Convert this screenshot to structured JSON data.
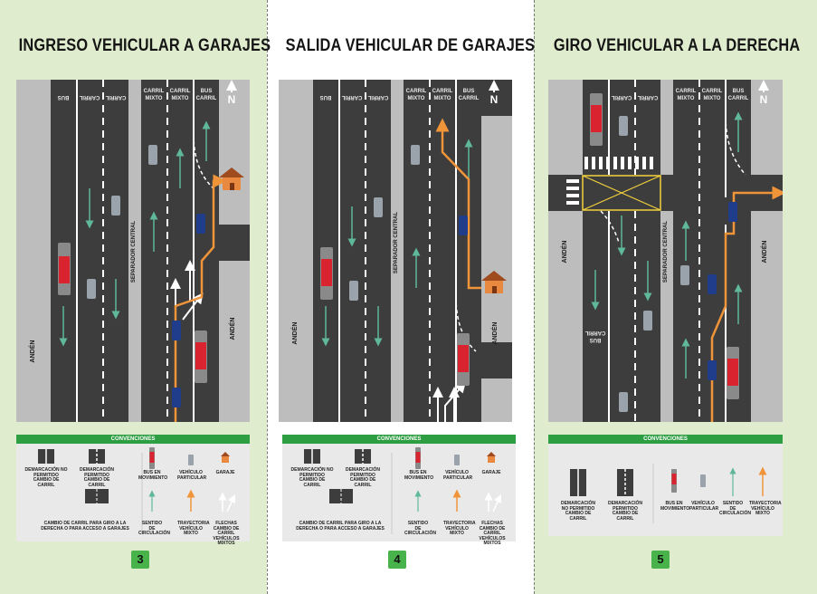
{
  "panels": [
    {
      "title": "INGRESO VEHICULAR A GARAJES",
      "badge": "3"
    },
    {
      "title": "SALIDA VEHICULAR DE GARAJES",
      "badge": "4"
    },
    {
      "title": "GIRO VEHICULAR A LA DERECHA",
      "badge": "5"
    }
  ],
  "labels": {
    "anden": "ANDÉN",
    "separador": "SEPARADOR CENTRAL",
    "carril": "CARRIL",
    "mixto": "MIXTO",
    "bus": "BUS",
    "north": "N"
  },
  "legend": {
    "title": "CONVENCIONES",
    "no_permitido": "DEMARCACIÓN NO PERMITIDO CAMBIO DE CARRIL",
    "permitido": "DEMARCACIÓN PERMITIDO CAMBIO DE CARRIL",
    "bus": "BUS EN MOVIMIENTO",
    "vehiculo": "VEHÍCULO PARTICULAR",
    "garaje": "GARAJE",
    "cambio": "CAMBIO DE CARRIL PARA GIRO A LA DERECHA O PARA ACCESO A GARAJES",
    "sentido": "SENTIDO DE CIRCULACIÓN",
    "trayectoria": "TRAYECTORIA VEHÍCULO MIXTO",
    "flechas": "FLECHAS CAMBIO DE CARRIL VEHÍCULOS MIXTOS"
  },
  "colors": {
    "road": "#3d3d3d",
    "sidewalk": "#bdbdbd",
    "green_bg": "#dfeccd",
    "header_green": "#2e9e43",
    "arrow_green": "#5fb89a",
    "trajectory": "#f0943a",
    "bus_red": "#d9232e",
    "car_blue": "#1f3d8a",
    "crossing_yellow": "#f4d23c"
  }
}
